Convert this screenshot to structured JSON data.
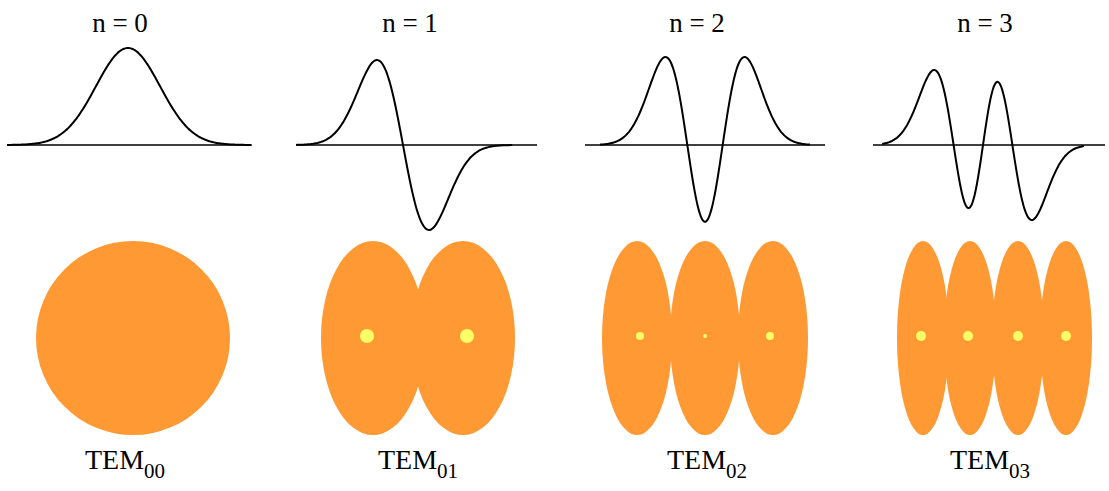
{
  "diagram": {
    "labels": [
      "n = 0",
      "n = 1",
      "n = 2",
      "n = 3",
      "TEM",
      "00",
      "TEM",
      "01",
      "TEM",
      "02",
      "TEM",
      "03"
    ]
  }
}
